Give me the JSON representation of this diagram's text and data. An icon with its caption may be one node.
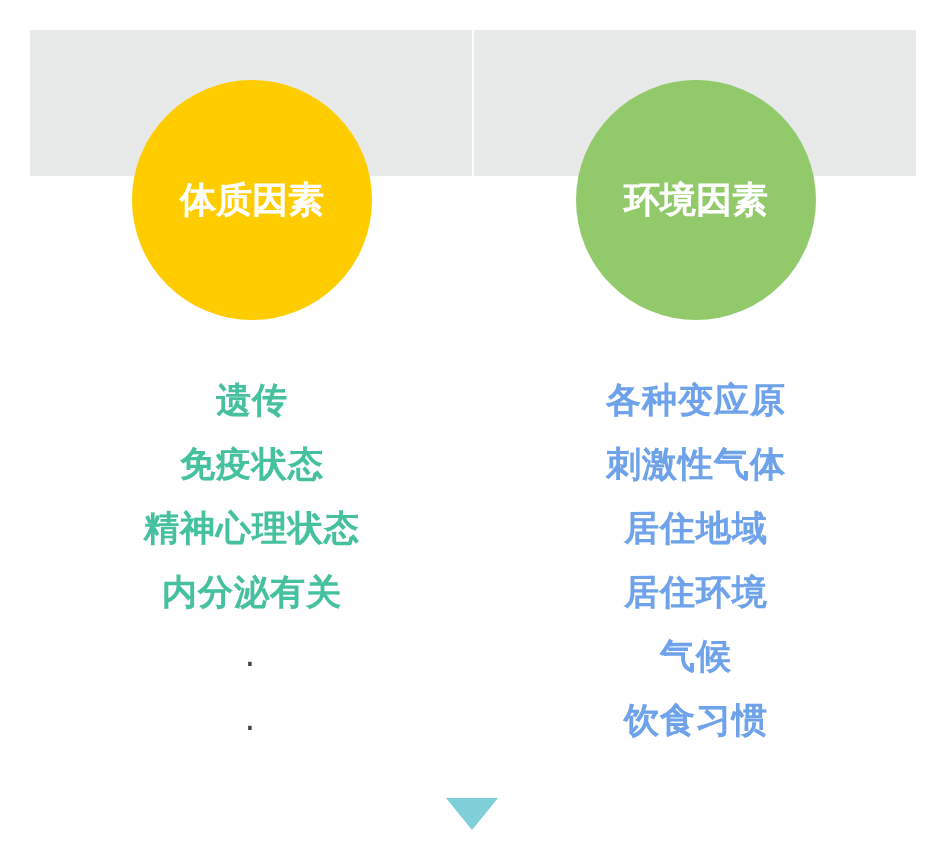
{
  "diagram": {
    "nodes": [
      {
        "text": [
          "体质因素"
        ],
        "beside": [
          "遗传",
          "免疫状态",
          "精神心理状态",
          "内分泌有关"
        ]
      },
      {
        "text": [
          "环境因素"
        ],
        "beside": [
          "各种变应原",
          "刺激性气体",
          "居住地域",
          "居住环境",
          "气候",
          "饮食习惯"
        ]
      }
    ],
    "labels": [
      ".",
      "."
    ]
  }
}
